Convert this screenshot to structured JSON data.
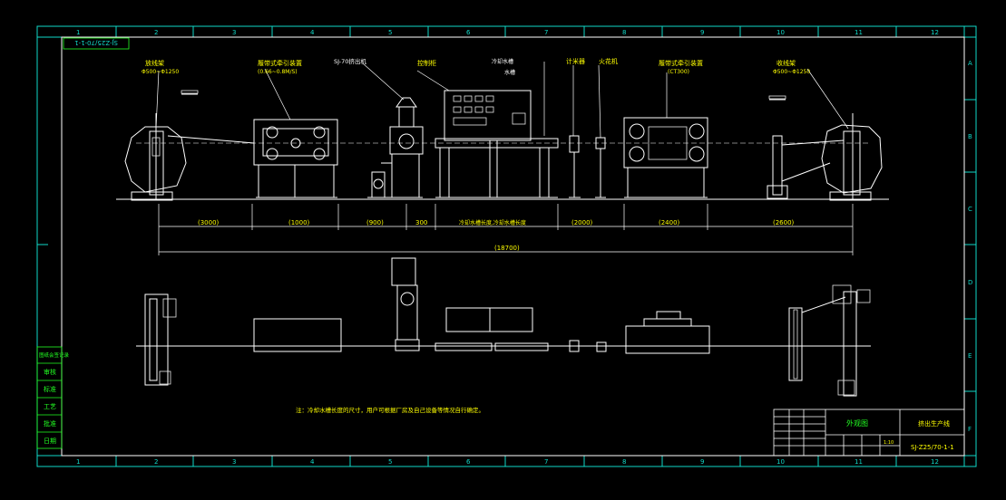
{
  "drawing_number_rotated": "SJ-Z25/70-1-1",
  "columns": [
    "1",
    "2",
    "3",
    "4",
    "5",
    "6",
    "7",
    "8",
    "9",
    "10",
    "11",
    "12"
  ],
  "rows": [
    "A",
    "B",
    "C",
    "D",
    "E",
    "F"
  ],
  "labels": {
    "payoff": "放线架",
    "payoff_spec": "Φ500~Φ1250",
    "capstan1": "履带式牵引装置",
    "capstan1_spec": "(0.66~0.8M/S)",
    "extruder": "SJ-70挤出机",
    "control": "控制柜",
    "cooling": "冷却水槽",
    "cooling_sub": "水槽",
    "counter": "计米器",
    "spark": "火花机",
    "capstan2": "履带式牵引装置",
    "capstan2_spec": "(CT300)",
    "takeup": "收线架",
    "takeup_spec": "Φ500~Φ1250"
  },
  "dimensions": {
    "d1": "(3000)",
    "d2": "(1000)",
    "d3": "(900)",
    "d4": "300",
    "d5": "冷却水槽长度,冷却水槽长度",
    "d6": "(2000)",
    "d7": "(2400)",
    "d8": "(2600)",
    "total": "(18700)"
  },
  "note": "注：冷却水槽长度的尺寸，用户可根据厂房及自己设备等情况自行确定。",
  "title_block": {
    "title": "外观图",
    "product": "挤出生产线",
    "code": "SJ-Z25/70-1-1",
    "scale": "1:10"
  },
  "left_table": [
    "图纸会签记录",
    "审核",
    "标准",
    "工艺",
    "批准",
    "日期"
  ],
  "colors": {
    "frame": "#11d9c8",
    "lines": "#ffffff",
    "text_yellow": "#ffff00",
    "text_green": "#22ff22"
  }
}
